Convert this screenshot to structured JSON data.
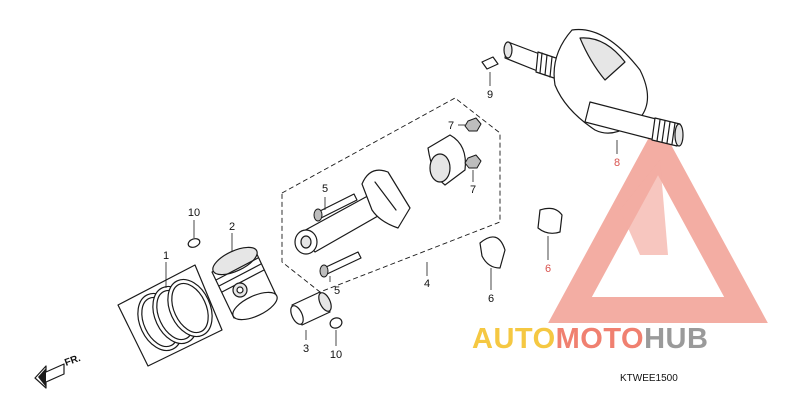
{
  "callouts": [
    {
      "id": "1",
      "part": "piston-ring-set"
    },
    {
      "id": "2",
      "part": "piston"
    },
    {
      "id": "3",
      "part": "piston-pin"
    },
    {
      "id": "4",
      "part": "connecting-rod-assembly"
    },
    {
      "id": "5",
      "part": "connecting-rod-bolt"
    },
    {
      "id": "5",
      "part": "connecting-rod-bolt"
    },
    {
      "id": "6",
      "part": "crankpin-bearing"
    },
    {
      "id": "6",
      "part": "crankpin-bearing"
    },
    {
      "id": "7",
      "part": "connecting-rod-nut"
    },
    {
      "id": "7",
      "part": "connecting-rod-nut"
    },
    {
      "id": "8",
      "part": "crankshaft"
    },
    {
      "id": "9",
      "part": "woodruff-key"
    },
    {
      "id": "10",
      "part": "piston-pin-clip"
    },
    {
      "id": "10",
      "part": "piston-pin-clip"
    }
  ],
  "direction_label": "FR.",
  "diagram_code": "KTWEE1500",
  "watermark": {
    "part1": "AUTO",
    "part2": "MOTO",
    "part3": "HUB",
    "color_yellow": "#f5c842",
    "color_red": "#f08070",
    "color_gray": "#9a9a9a"
  }
}
